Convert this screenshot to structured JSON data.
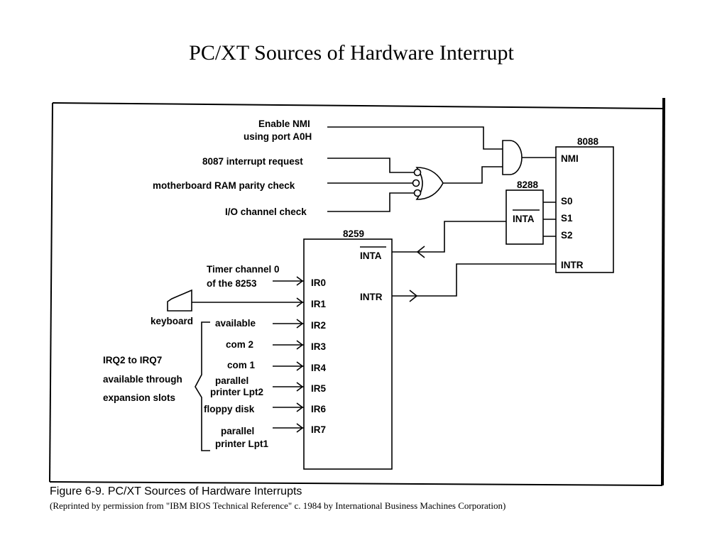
{
  "title": "PC/XT Sources of Hardware Interrupt",
  "caption": "Figure 6-9. PC/XT Sources of Hardware Interrupts",
  "credit": "(Reprinted by permission from \"IBM BIOS Technical Reference\" c. 1984 by International Business Machines Corporation)",
  "diagram": {
    "chip_8088": {
      "name": "8088",
      "pins": {
        "nmi": "NMI",
        "s0": "S0",
        "s1": "S1",
        "s2": "S2",
        "intr": "INTR"
      }
    },
    "chip_8288": {
      "name": "8288",
      "pin": "INTA"
    },
    "chip_8259": {
      "name": "8259",
      "inta": "INTA",
      "intr": "INTR",
      "irq_pins": [
        "IR0",
        "IR1",
        "IR2",
        "IR3",
        "IR4",
        "IR5",
        "IR6",
        "IR7"
      ]
    },
    "nmi_sources": {
      "enable_nmi_line1": "Enable NMI",
      "enable_nmi_line2": "using port A0H",
      "coprocessor": "8087 interrupt request",
      "ram_parity": "motherboard RAM parity check",
      "io_check": "I/O channel check"
    },
    "irq_sources": {
      "timer_line1": "Timer channel 0",
      "timer_line2": "of the 8253",
      "keyboard": "keyboard",
      "available": "available",
      "com2": "com 2",
      "com1": "com 1",
      "lpt2_line1": "parallel",
      "lpt2_line2": "printer Lpt2",
      "floppy": "floppy disk",
      "lpt1_line1": "parallel",
      "lpt1_line2": "printer Lpt1"
    },
    "expansion_note": {
      "line1": "IRQ2 to IRQ7",
      "line2": "available through",
      "line3": "expansion slots"
    }
  }
}
